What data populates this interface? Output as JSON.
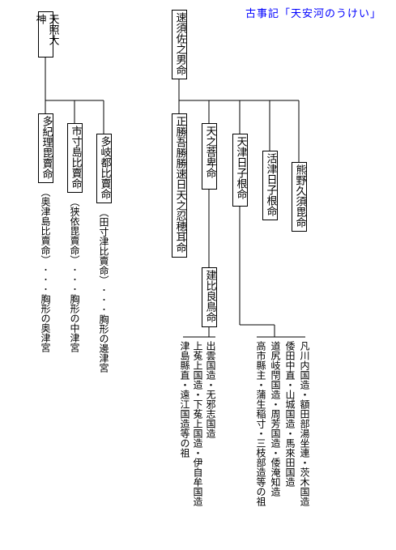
{
  "title": "古事記「天安河のうけい」",
  "amaterasu": {
    "name": "天照大神",
    "children": [
      {
        "name": "多紀理毘賣命",
        "note": "（奥津島比賣命）･･･胸形の奥津宮"
      },
      {
        "name": "市寸島比賣命",
        "note": "（狭依毘賣命）･･･胸形の中津宮"
      },
      {
        "name": "多岐都比賣命",
        "note": "（田寸津比賣命）･･･胸形の邊津宮"
      }
    ]
  },
  "susanoo": {
    "name": "速須佐之男命",
    "children": [
      {
        "name": "正勝吾勝勝速日天之忍穂耳命"
      },
      {
        "name": "天之菩卑命"
      },
      {
        "name": "天津日子根命"
      },
      {
        "name": "活津日子根命"
      },
      {
        "name": "熊野久須毘命"
      }
    ],
    "grandchild": {
      "name": "建比良鳥命"
    }
  },
  "descendants": {
    "hohi_line": [
      "出雲国造・无邪志国造",
      "上菟上国造・下菟上国造・伊自牟国造",
      "津島縣直・遠江国造等の祖"
    ],
    "hikone_line": [
      "凡川内国造・額田部湯坐連・茨木国造",
      "倭田中直・山城国造・馬來田国造",
      "道尻岐閇国造・周芳国造・倭淹知造",
      "高市縣主・蒲生稲寸・三枝部造等の祖"
    ]
  }
}
